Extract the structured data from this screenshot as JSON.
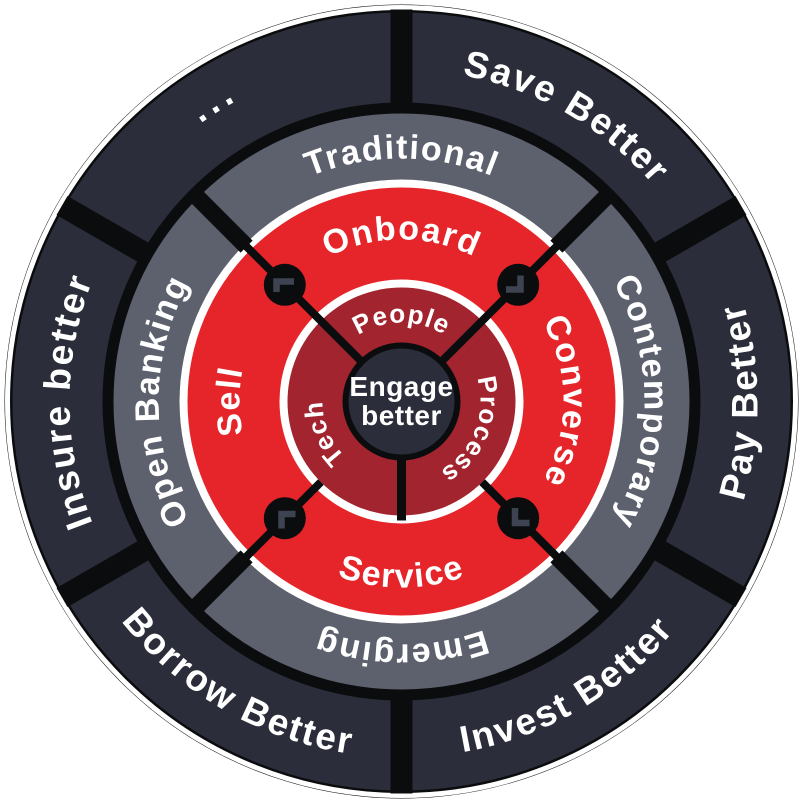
{
  "center": {
    "line1": "Engage",
    "line2": "better"
  },
  "people_ring": {
    "labels": [
      "People",
      "Process",
      "Tech"
    ]
  },
  "engagement_ring": {
    "labels": [
      "Onboard",
      "Converse",
      "Service",
      "Sell"
    ]
  },
  "banking_ring": {
    "labels": [
      "Traditional",
      "Contemporary",
      "Emerging",
      "Open Banking"
    ]
  },
  "outcomes_ring": {
    "labels": [
      "Save Better",
      "Pay Better",
      "Invest Better",
      "Borrow Better",
      "Insure better",
      "..."
    ]
  },
  "colors": {
    "red": "#e52529",
    "maroon": "#a2242f",
    "navy": "#2b2e3a",
    "slate_gray": "#5d616e",
    "black": "#0b0c0e",
    "white": "#ffffff",
    "node_glyph": "#3d4350"
  }
}
